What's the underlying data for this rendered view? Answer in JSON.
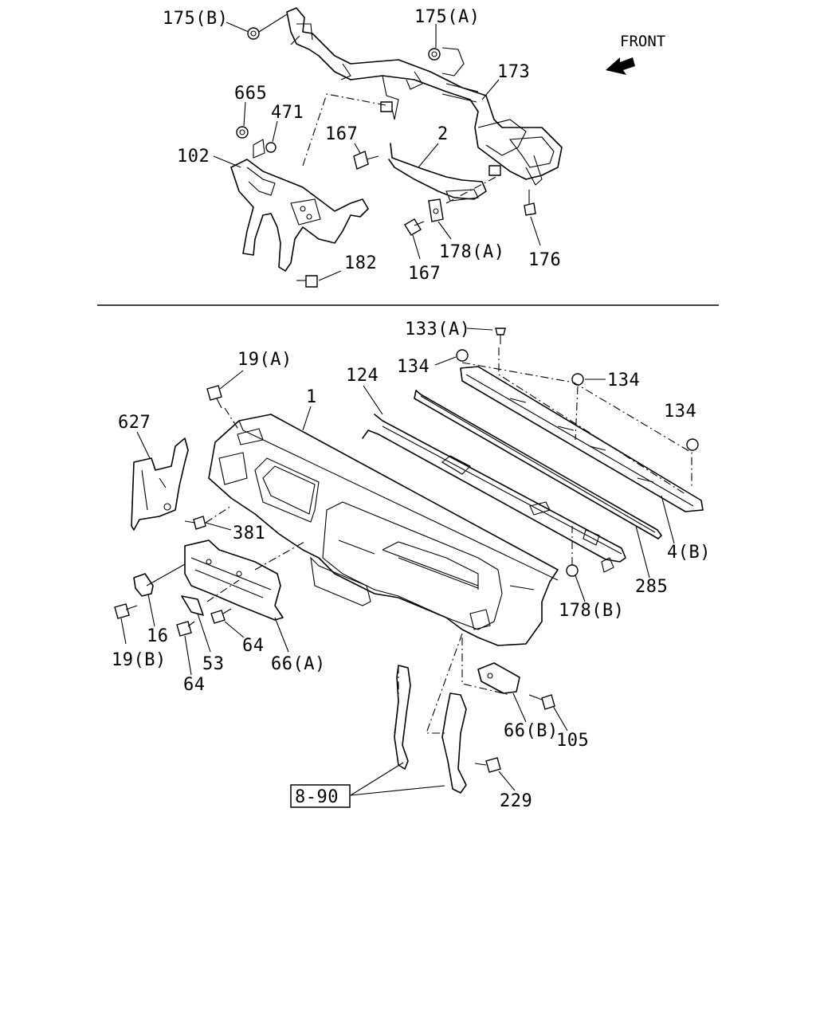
{
  "diagram": {
    "front_label": "FRONT",
    "ref_box_label": "8-90",
    "callouts": {
      "c175b": "175(B)",
      "c175a": "175(A)",
      "c173": "173",
      "c665": "665",
      "c471": "471",
      "c167a": "167",
      "c2": "2",
      "c102": "102",
      "c178a": "178(A)",
      "c176": "176",
      "c167b": "167",
      "c182": "182",
      "c133a": "133(A)",
      "c134a": "134",
      "c134b": "134",
      "c134c": "134",
      "c19a": "19(A)",
      "c124": "124",
      "c1": "1",
      "c627": "627",
      "c381": "381",
      "c4b": "4(B)",
      "c285": "285",
      "c178b": "178(B)",
      "c16": "16",
      "c19b": "19(B)",
      "c53": "53",
      "c64a": "64",
      "c64b": "64",
      "c66a": "66(A)",
      "c66b": "66(B)",
      "c105": "105",
      "c229": "229"
    }
  }
}
